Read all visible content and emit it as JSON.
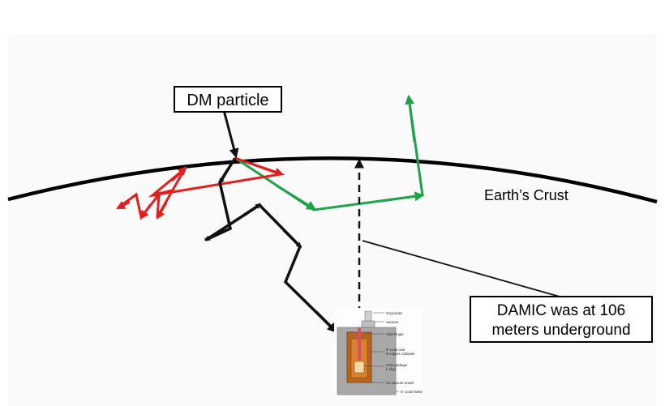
{
  "labels": {
    "dm_particle": "DM particle",
    "earths_crust": "Earth’s Crust",
    "damic_line1": "DAMIC was at 106",
    "damic_line2": "meters underground"
  },
  "detector_labels": [
    "Cryocooler",
    "Vacuum",
    "Cold Finger",
    "6\" Lead cast",
    "in copper container",
    "CCD package",
    "(~1kg)",
    "Cu vacuum vessel",
    "6\" Lead shield"
  ],
  "colors": {
    "background": "#fafafa",
    "crust": "#000000",
    "green_path": "#1fa24a",
    "red_path": "#e41e1e",
    "black_path": "#111111",
    "lead_shield": "#a8a8a8",
    "copper": "#b5651d"
  }
}
